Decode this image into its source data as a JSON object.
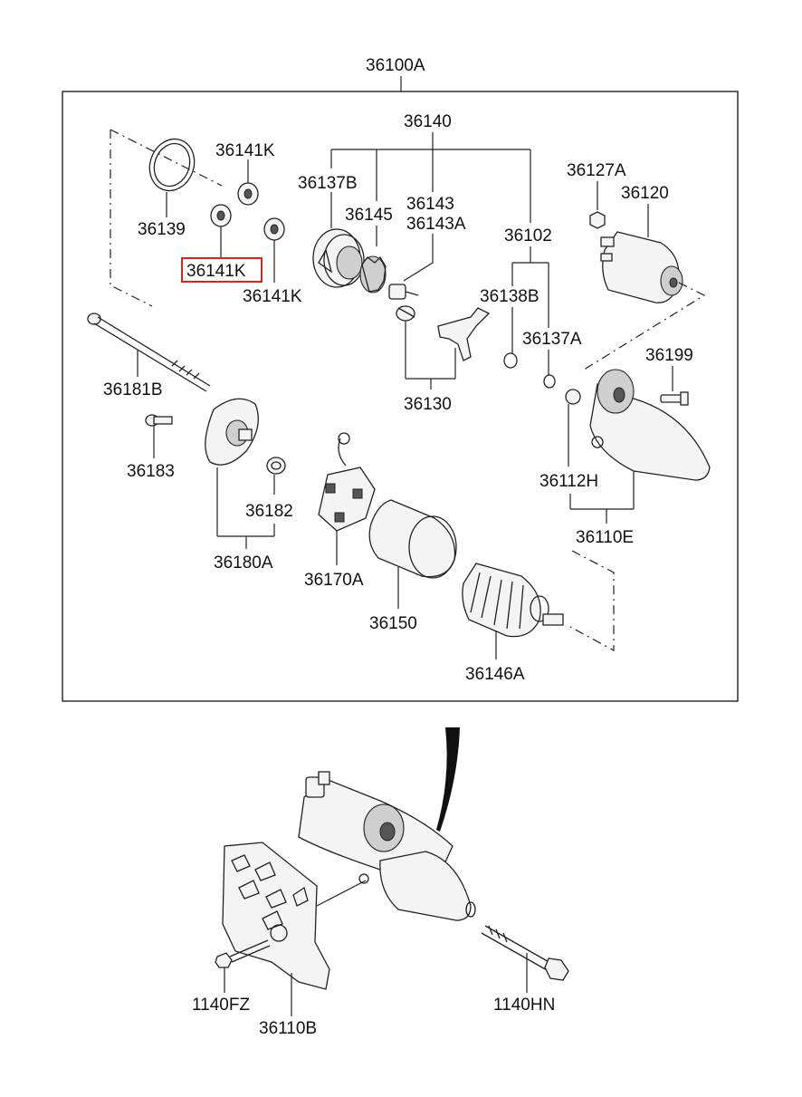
{
  "colors": {
    "line": "#222222",
    "highlight": "#e02020",
    "background": "#ffffff"
  },
  "labels": {
    "assembly": "36100A",
    "p36140": "36140",
    "p36141K_top": "36141K",
    "p36141K_selected": "36141K",
    "p36141K_right": "36141K",
    "p36139": "36139",
    "p36137B": "36137B",
    "p36145": "36145",
    "p36143": "36143",
    "p36143A": "36143A",
    "p36102": "36102",
    "p36127A": "36127A",
    "p36120": "36120",
    "p36138B": "36138B",
    "p36137A": "36137A",
    "p36199": "36199",
    "p36181B": "36181B",
    "p36130": "36130",
    "p36183": "36183",
    "p36182": "36182",
    "p36180A": "36180A",
    "p36170A": "36170A",
    "p36150": "36150",
    "p36112H": "36112H",
    "p36110E": "36110E",
    "p36146A": "36146A",
    "p1140FZ": "1140FZ",
    "p36110B": "36110B",
    "p1140HN": "1140HN"
  },
  "selected_part": "36141K"
}
